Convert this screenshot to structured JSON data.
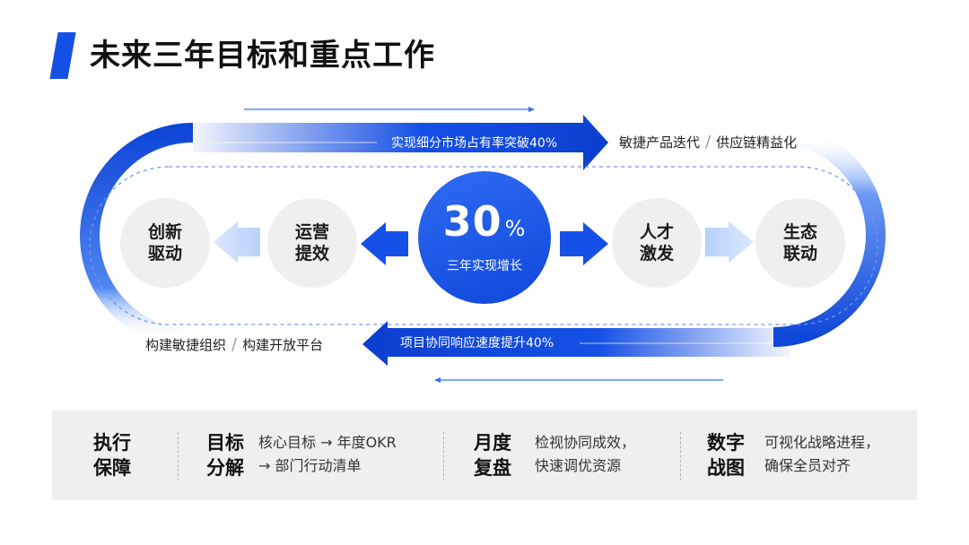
{
  "title": "未来三年目标和重点工作",
  "center": {
    "value": "30",
    "unit": "%",
    "label": "三年实现增长"
  },
  "left_nodes": [
    {
      "line1": "运营",
      "line2": "提效"
    },
    {
      "line1": "创新",
      "line2": "驱动"
    }
  ],
  "right_nodes": [
    {
      "line1": "人才",
      "line2": "激发"
    },
    {
      "line1": "生态",
      "line2": "联动"
    }
  ],
  "top_arrow": {
    "text": "实现细分市场占有率突破40%"
  },
  "top_side": {
    "part1": "敏捷产品迭代",
    "separator": "/",
    "part2": "供应链精益化"
  },
  "bottom_arrow": {
    "text": "项目协同响应速度提升40%"
  },
  "bottom_side": {
    "part1": "构建敏捷组织",
    "separator": "/",
    "part2": "构建开放平台"
  },
  "guarantee": {
    "title_line1": "执行",
    "title_line2": "保障",
    "items": [
      {
        "title_line1": "目标",
        "title_line2": "分解",
        "text_line1": "核心目标 → 年度OKR",
        "text_line2": "→ 部门行动清单"
      },
      {
        "title_line1": "月度",
        "title_line2": "复盘",
        "text_line1": "检视协同成效，",
        "text_line2": "快速调优资源"
      },
      {
        "title_line1": "数字",
        "title_line2": "战图",
        "text_line1": "可视化战略进程，",
        "text_line2": "确保全员对齐"
      }
    ]
  },
  "colors": {
    "accent": "#1550e6",
    "light_accent": "#c8dcfb",
    "panel": "#efefef"
  }
}
